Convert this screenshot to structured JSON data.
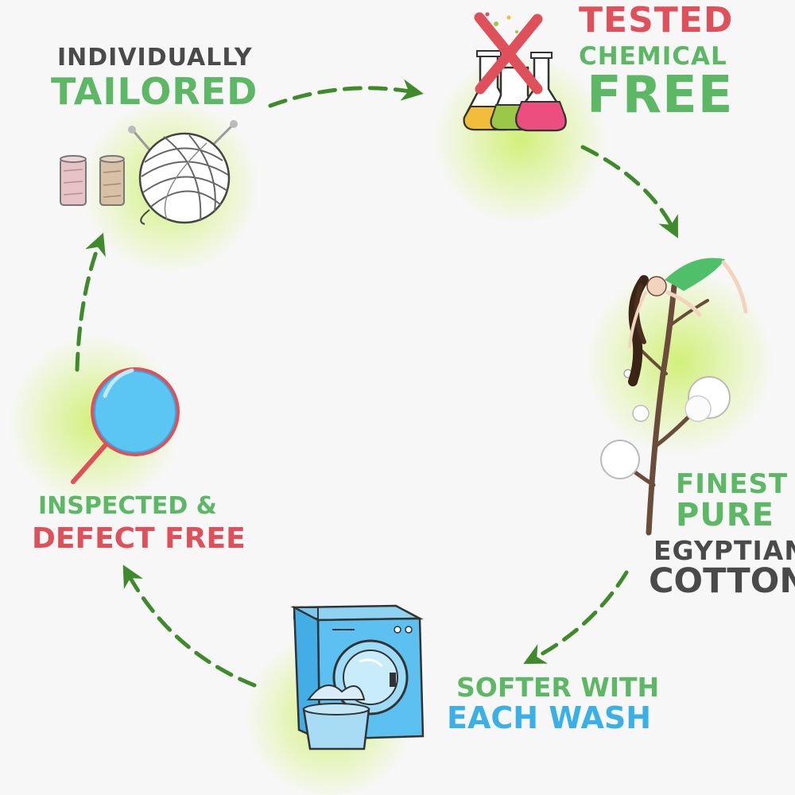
{
  "steps": {
    "tailored": {
      "line1": "INDIVIDUALLY",
      "line2": "TAILORED",
      "icon": "yarn-and-spools-icon"
    },
    "chemical": {
      "line1": "TESTED",
      "line2": "CHEMICAL",
      "line3": "FREE",
      "icon": "crossed-flasks-icon"
    },
    "cotton": {
      "line1": "FINEST",
      "line2": "PURE",
      "line3": "EGYPTIAN",
      "line4": "COTTON",
      "icon": "cotton-plant-icon"
    },
    "wash": {
      "line1": "SOFTER WITH",
      "line2": "EACH WASH",
      "icon": "washing-machine-icon"
    },
    "inspected": {
      "line1": "INSPECTED &",
      "line2": "DEFECT FREE",
      "icon": "magnifier-icon"
    }
  },
  "colors": {
    "green": "#5cb864",
    "red": "#e0505a",
    "grey": "#4a4a4a",
    "blue": "#3ab0e6",
    "arrow": "#3f8a2a",
    "glow": "#c4ee50"
  }
}
